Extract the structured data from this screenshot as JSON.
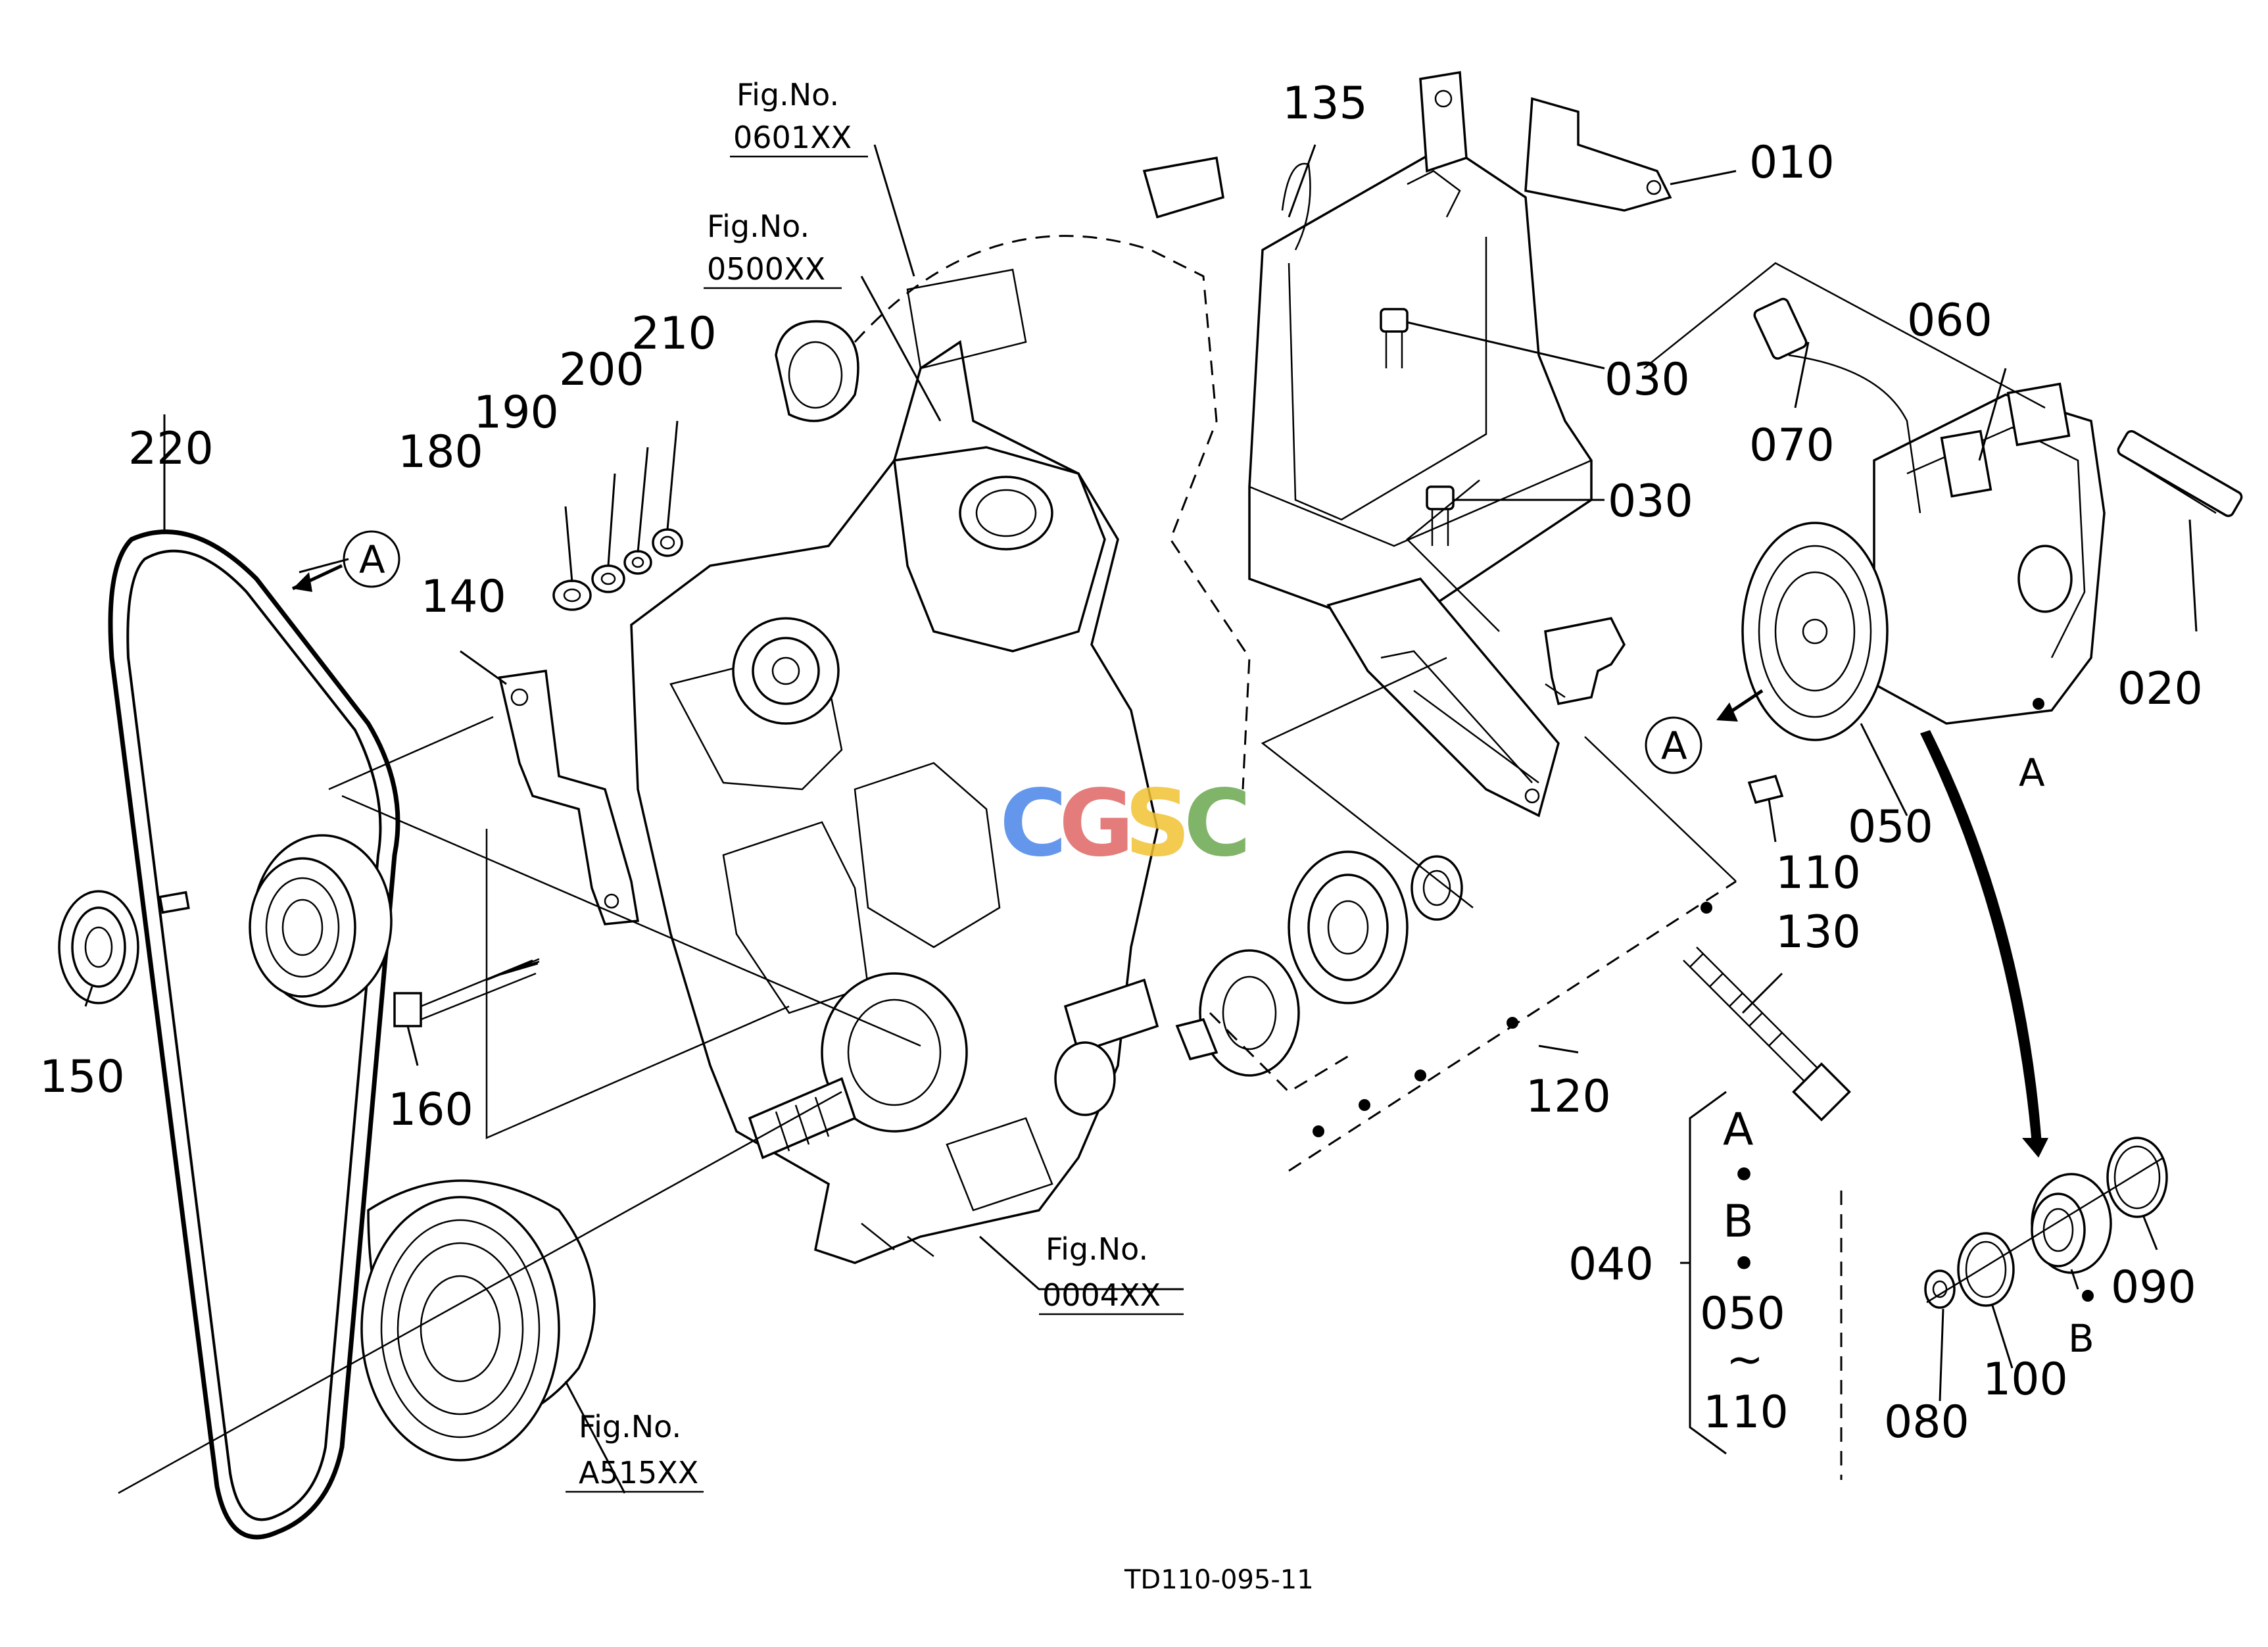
{
  "drawing_code": "TD110-095-11",
  "watermark": {
    "letters": [
      "C",
      "G",
      "S",
      "C"
    ],
    "colors": [
      "#4a86e8",
      "#e06666",
      "#f1c232",
      "#6aa84f"
    ]
  },
  "figure_refs": [
    {
      "label": "Fig.No.",
      "number": "0601XX"
    },
    {
      "label": "Fig.No.",
      "number": "0500XX"
    },
    {
      "label": "Fig.No.",
      "number": "0004XX"
    },
    {
      "label": "Fig.No.",
      "number": "A515XX"
    }
  ],
  "parts": [
    "010",
    "020",
    "030",
    "030",
    "050",
    "060",
    "070",
    "080",
    "090",
    "100",
    "110",
    "120",
    "130",
    "135",
    "140",
    "150",
    "160",
    "180",
    "190",
    "200",
    "210",
    "220",
    "040"
  ],
  "callouts": {
    "a_left": "A",
    "a_right": "A",
    "a_compressor": "A",
    "b_bearing": "B"
  },
  "group_040": {
    "number": "040",
    "items": [
      "A",
      "•",
      "B",
      "•",
      "050",
      "~",
      "110"
    ]
  }
}
